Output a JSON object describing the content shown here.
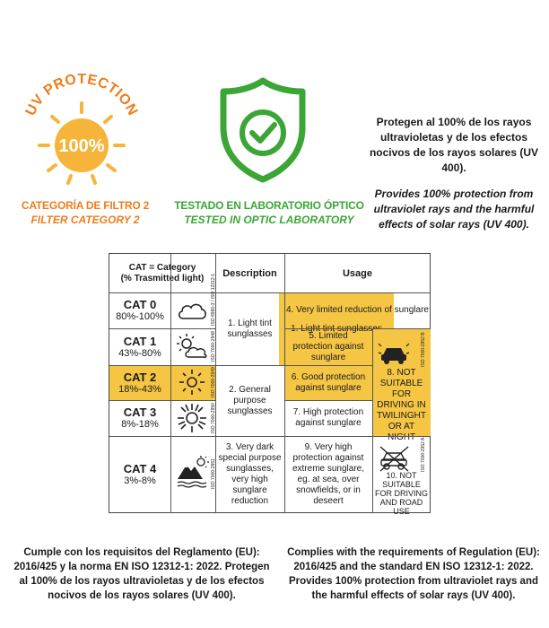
{
  "badges": {
    "uv": {
      "arc_text": "UV PROTECTION",
      "percent": "100%",
      "caption_es": "CATEGORÍA DE FILTRO 2",
      "caption_en": "FILTER CATEGORY 2",
      "color": "#ef7d1a",
      "sun_color": "#f6b53a"
    },
    "lab": {
      "caption_es": "TESTADO EN LABORATORIO ÓPTICO",
      "caption_en": "TESTED IN OPTIC LABORATORY",
      "icon": "shield-check-icon",
      "color": "#3ba635"
    }
  },
  "protection_text": {
    "es": "Protegen al 100% de los rayos ultravioletas y de los efectos nocivos de los rayos solares (UV 400).",
    "en": "Provides 100% protection from ultraviolet rays and the harmful effects of solar rays (UV 400)."
  },
  "table": {
    "header": {
      "category_line1": "CAT = Category",
      "category_line2": "(% Trasmitted light)",
      "description": "Description",
      "usage": "Usage"
    },
    "categories": [
      {
        "name": "CAT 0",
        "range": "80%-100%",
        "icon": "cloud-icon",
        "iso": "ISO 8980-3 / ISO 12312-1"
      },
      {
        "name": "CAT 1",
        "range": "43%-80%",
        "icon": "sun-behind-cloud-icon",
        "iso": "ISO 7000-2948"
      },
      {
        "name": "CAT 2",
        "range": "18%-43%",
        "icon": "sun-icon",
        "iso": "ISO 7000-2949"
      },
      {
        "name": "CAT 3",
        "range": "8%-18%",
        "icon": "bright-sun-icon",
        "iso": "ISO 7000-2950"
      },
      {
        "name": "CAT 4",
        "range": "3%-8%",
        "icon": "mountain-sun-icon",
        "iso": "ISO 7000-2951"
      }
    ],
    "descriptions": {
      "d1": "1. Light tint sunglasses",
      "d2": "2. General purpose sunglasses",
      "d3": "3. Very dark special purpose sunglasses, very high sunglare reduction"
    },
    "usage": {
      "u4": "4. Very limited reduction of sunglare",
      "u5": "5. Limited protection against sunglare",
      "u6": "6. Good protection against sunglare",
      "u7": "7. High protection against sunglare",
      "u8": "8. NOT SUITABLE FOR DRIVING IN TWILINGHT OR AT NIGHT",
      "u9": "9. Very high protection against extreme sunglare, eg. at sea, over snowfields, or in deseert",
      "u10": "10. NOT SUITABLE FOR DRIVING AND ROAD USE"
    },
    "iso_car": "ISO 7000-2952 B",
    "iso_car_crossed": "ISO 7000-2952 A",
    "highlight_color": "#f5c544"
  },
  "footer": {
    "es": "Cumple con los requisitos del Reglamento (EU): 2016/425 y la norma EN ISO 12312-1: 2022. Protegen al 100% de los rayos ultravioletas y de los efectos nocivos de los rayos solares (UV 400).",
    "en": "Complies with the requirements of Regulation (EU): 2016/425 and the standard EN ISO 12312-1: 2022. Provides 100% protection from ultraviolet rays and the harmful effects of solar rays (UV 400)."
  }
}
